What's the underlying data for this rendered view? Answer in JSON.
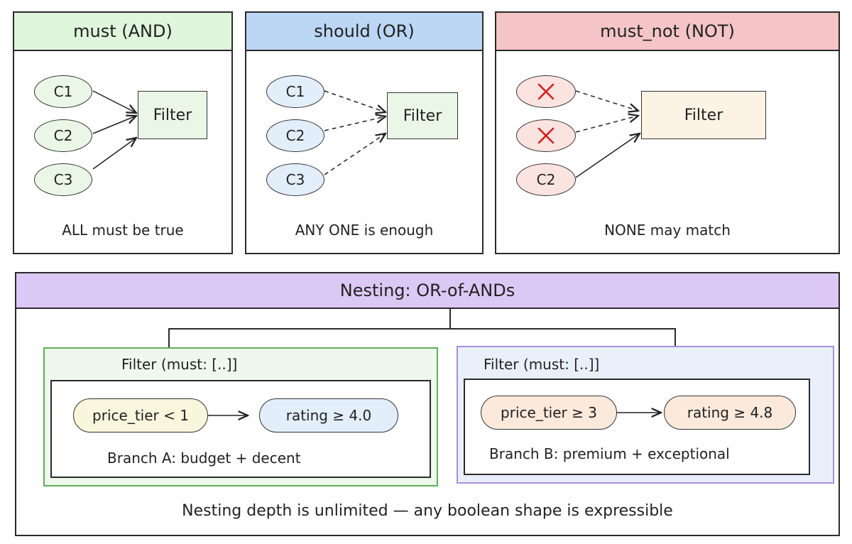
{
  "panels": {
    "must": {
      "title": "must (AND)",
      "header_color": "#dff5dc",
      "node_color": "#eaf7e6",
      "nodes": [
        "C1",
        "C2",
        "C3"
      ],
      "filter_label": "Filter",
      "caption": "ALL must be true"
    },
    "should": {
      "title": "should (OR)",
      "header_color": "#bcd6f5",
      "node_color": "#e3eefb",
      "nodes": [
        "C1",
        "C2",
        "C3"
      ],
      "filter_label": "Filter",
      "caption": "ANY ONE is enough"
    },
    "must_not": {
      "title": "must_not (NOT)",
      "header_color": "#f5c4c6",
      "node_color": "#fbe4e0",
      "excluded_icon": "x-icon",
      "excluded_color": "#d42020",
      "nodes": [
        "C2"
      ],
      "filter_label": "Filter",
      "caption": "NONE may match"
    }
  },
  "nesting": {
    "title": "Nesting: OR-of-ANDs",
    "header_color": "#dcc8f5",
    "branch_a": {
      "title": "Filter (must: [..]]",
      "border_color": "#5fae5a",
      "bg_color": "#eef8ec",
      "condition_1": "price_tier < 1",
      "condition_2": "rating ≥ 4.0",
      "caption": "Branch A: budget + decent"
    },
    "branch_b": {
      "title": "Filter (must: [..]]",
      "border_color": "#a98fdb",
      "bg_color": "#eaf0fb",
      "condition_1": "price_tier ≥ 3",
      "condition_2": "rating ≥ 4.8",
      "caption": "Branch B: premium + exceptional"
    },
    "caption": "Nesting depth is unlimited — any boolean shape is expressible"
  }
}
